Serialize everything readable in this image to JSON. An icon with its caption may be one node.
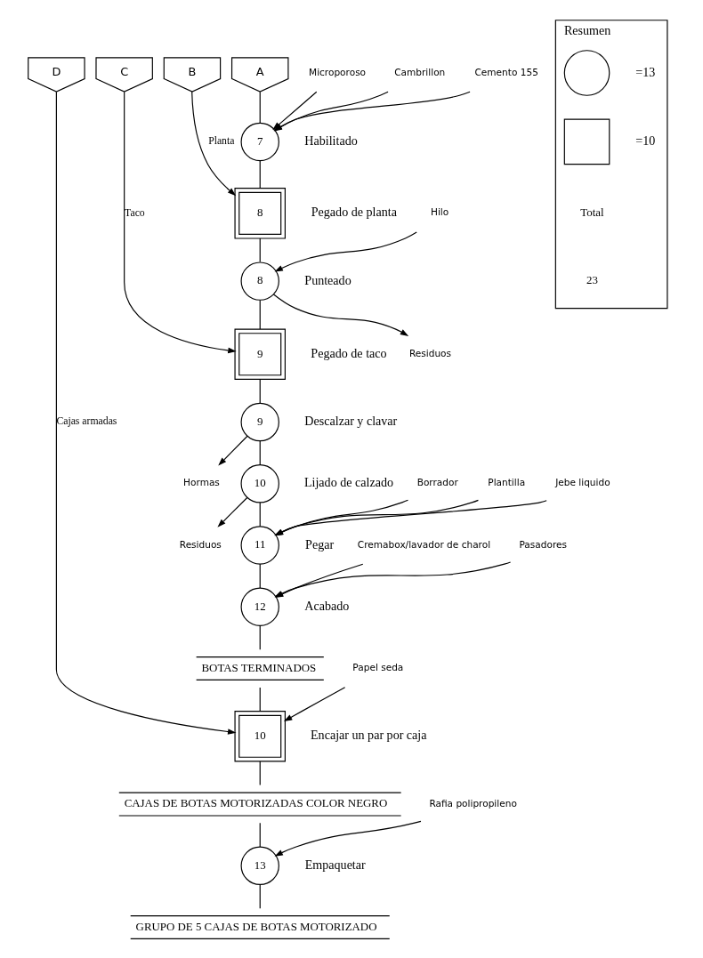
{
  "diagram": {
    "nodes": [
      {
        "text": [
          "D"
        ]
      },
      {
        "text": [
          "C"
        ]
      },
      {
        "text": [
          "B"
        ]
      },
      {
        "text": [
          "A"
        ]
      },
      {
        "text": [
          "Microporoso"
        ]
      },
      {
        "text": [
          "Cambrillon"
        ]
      },
      {
        "text": [
          "Cemento 155"
        ]
      },
      {
        "text": [
          "7"
        ],
        "beside": [
          "Habilitado"
        ]
      },
      {
        "text": [
          "8"
        ],
        "beside": [
          "Pegado de planta"
        ]
      },
      {
        "text": [
          "Hilo"
        ]
      },
      {
        "text": [
          "8"
        ],
        "beside": [
          "Punteado"
        ]
      },
      {
        "text": [
          "Residuos"
        ]
      },
      {
        "text": [
          "9"
        ],
        "beside": [
          "Pegado de taco"
        ]
      },
      {
        "text": [
          "9"
        ],
        "beside": [
          "Descalzar y clavar"
        ]
      },
      {
        "text": [
          "Hormas"
        ]
      },
      {
        "text": [
          "10"
        ],
        "beside": [
          "Lijado de calzado"
        ]
      },
      {
        "text": [
          "Borrador"
        ]
      },
      {
        "text": [
          "Plantilla"
        ]
      },
      {
        "text": [
          "Jebe liquido"
        ]
      },
      {
        "text": [
          "Residuos"
        ]
      },
      {
        "text": [
          "11"
        ],
        "beside": [
          "Pegar"
        ]
      },
      {
        "text": [
          "Cremabox/lavador de charol"
        ]
      },
      {
        "text": [
          "Pasadores"
        ]
      },
      {
        "text": [
          "12"
        ],
        "beside": [
          "Acabado"
        ]
      },
      {
        "text": [
          "BOTAS TERMINADOS"
        ]
      },
      {
        "text": [
          "Papel seda"
        ]
      },
      {
        "text": [
          "10"
        ],
        "beside": [
          "Encajar un par por caja"
        ]
      },
      {
        "text": [
          "CAJAS DE BOTAS MOTORIZADAS COLOR NEGRO"
        ]
      },
      {
        "text": [
          "Rafia polipropileno"
        ]
      },
      {
        "text": [
          "13"
        ],
        "beside": [
          "Empaquetar"
        ]
      },
      {
        "text": [
          "GRUPO DE 5 CAJAS DE BOTAS MOTORIZADO"
        ]
      },
      {
        "text": [
          "Resumen"
        ]
      },
      {
        "text": [],
        "shape": "circle",
        "in": 31,
        "beside": [
          "=13"
        ]
      },
      {
        "text": [],
        "shape": "box",
        "in": 31,
        "beside": [
          "=10"
        ]
      }
    ],
    "edges": [
      {
        "from": 3,
        "to": 7,
        "arrow": "none"
      },
      {
        "from": 4,
        "to": 7,
        "arrow": "to"
      },
      {
        "from": 5,
        "to": 7,
        "arrow": "to"
      },
      {
        "from": 6,
        "to": 7,
        "arrow": "to"
      },
      {
        "from": 2,
        "to": 8,
        "arrow": "to",
        "label": "Planta"
      },
      {
        "from": 7,
        "to": 8,
        "arrow": "none"
      },
      {
        "from": 9,
        "to": 10,
        "arrow": "to"
      },
      {
        "from": 8,
        "to": 10,
        "arrow": "none"
      },
      {
        "from": 10,
        "to": 11,
        "arrow": "to"
      },
      {
        "from": 1,
        "to": 12,
        "arrow": "to",
        "label": "Taco"
      },
      {
        "from": 10,
        "to": 12,
        "arrow": "none"
      },
      {
        "from": 12,
        "to": 13,
        "arrow": "none"
      },
      {
        "from": 13,
        "to": 14,
        "arrow": "to"
      },
      {
        "from": 13,
        "to": 15,
        "arrow": "none"
      },
      {
        "from": 15,
        "to": 19,
        "arrow": "to"
      },
      {
        "from": 16,
        "to": 20,
        "arrow": "to"
      },
      {
        "from": 17,
        "to": 20,
        "arrow": "to"
      },
      {
        "from": 18,
        "to": 20,
        "arrow": "to"
      },
      {
        "from": 15,
        "to": 20,
        "arrow": "none"
      },
      {
        "from": 21,
        "to": 23,
        "arrow": "to"
      },
      {
        "from": 22,
        "to": 23,
        "arrow": "to"
      },
      {
        "from": 20,
        "to": 23,
        "arrow": "none"
      },
      {
        "from": 23,
        "to": 24,
        "arrow": "none"
      },
      {
        "from": 0,
        "to": 26,
        "arrow": "to",
        "label": "Cajas armadas"
      },
      {
        "from": 25,
        "to": 26,
        "arrow": "to"
      },
      {
        "from": 24,
        "to": 26,
        "arrow": "none"
      },
      {
        "from": 26,
        "to": 27,
        "arrow": "none"
      },
      {
        "from": 28,
        "to": 29,
        "arrow": "to"
      },
      {
        "from": 27,
        "to": 29,
        "arrow": "none"
      },
      {
        "from": 29,
        "to": 30,
        "arrow": "none"
      }
    ],
    "labels": [
      "Total",
      "23"
    ]
  }
}
